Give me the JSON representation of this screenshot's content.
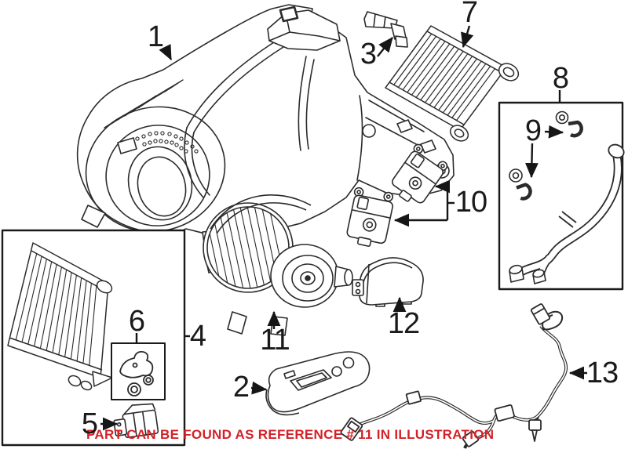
{
  "diagram": {
    "background_color": "#ffffff",
    "line_color": "#2b2b2b",
    "callout_color": "#1a1a1a",
    "notice": {
      "text": "PART CAN BE FOUND AS REFERENCE # 11 IN ILLUSTRATION",
      "color": "#d42127"
    },
    "callouts": [
      {
        "ref": "1"
      },
      {
        "ref": "2"
      },
      {
        "ref": "3"
      },
      {
        "ref": "4"
      },
      {
        "ref": "5"
      },
      {
        "ref": "6"
      },
      {
        "ref": "7"
      },
      {
        "ref": "8"
      },
      {
        "ref": "9"
      },
      {
        "ref": "10"
      },
      {
        "ref": "11"
      },
      {
        "ref": "12"
      },
      {
        "ref": "13"
      }
    ]
  }
}
